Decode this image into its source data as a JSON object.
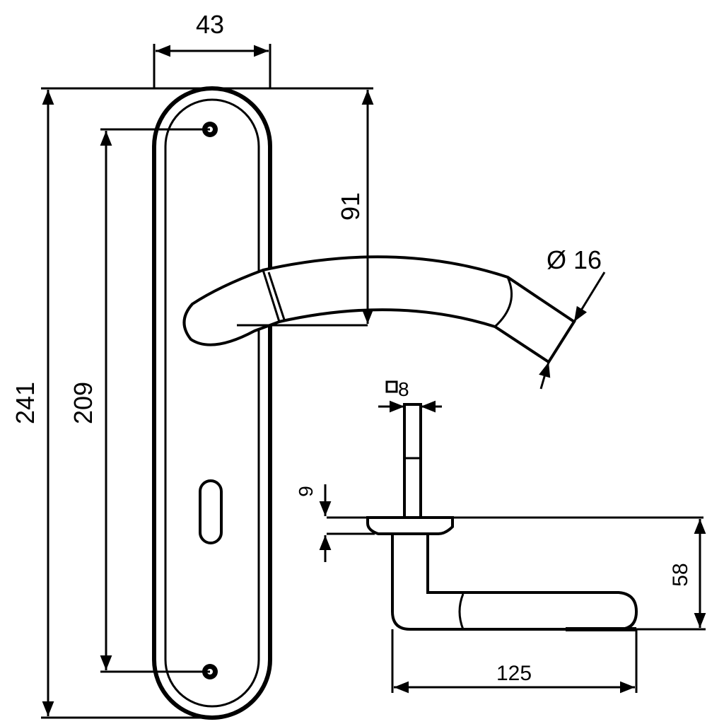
{
  "title": "Door handle on backplate - technical drawing",
  "dimensions": {
    "plate_width": "43",
    "plate_height": "241",
    "screw_spacing": "209",
    "handle_height": "91",
    "handle_diameter": "Ø 16",
    "spindle_square": "8",
    "rose_thickness": "9",
    "handle_projection": "58",
    "handle_length": "125"
  },
  "colors": {
    "line": "#000000",
    "background": "#ffffff"
  }
}
